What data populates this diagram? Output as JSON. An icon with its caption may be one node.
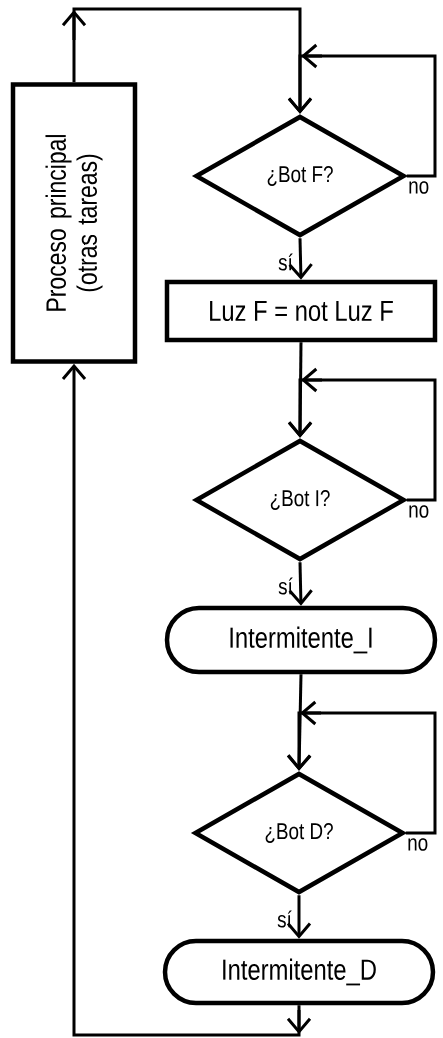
{
  "diagram": {
    "nodes": [
      {
        "text": [
          "Proceso principal (otras tareas)"
        ]
      },
      {
        "text": [
          "¿Bot F?"
        ]
      },
      {
        "text": [
          "Luz F = not Luz F"
        ]
      },
      {
        "text": [
          "¿Bot I?"
        ]
      },
      {
        "text": [
          "Intermitente_I"
        ]
      },
      {
        "text": [
          "¿Bot D?"
        ]
      },
      {
        "text": [
          "Intermitente_D"
        ]
      }
    ],
    "edges": [
      {
        "from": 0,
        "to": 1,
        "arrow": "to"
      },
      {
        "from": 1,
        "to": 1,
        "arrow": "to",
        "label": "no"
      },
      {
        "from": 1,
        "to": 2,
        "arrow": "to",
        "label": "sí"
      },
      {
        "from": 2,
        "to": 3,
        "arrow": "to"
      },
      {
        "from": 3,
        "to": 3,
        "arrow": "to",
        "label": "no"
      },
      {
        "from": 3,
        "to": 4,
        "arrow": "to",
        "label": "sí"
      },
      {
        "from": 4,
        "to": 5,
        "arrow": "to"
      },
      {
        "from": 5,
        "to": 5,
        "arrow": "to",
        "label": "no"
      },
      {
        "from": 5,
        "to": 6,
        "arrow": "to",
        "label": "sí"
      },
      {
        "from": 6,
        "to": 0,
        "arrow": "to"
      }
    ]
  }
}
